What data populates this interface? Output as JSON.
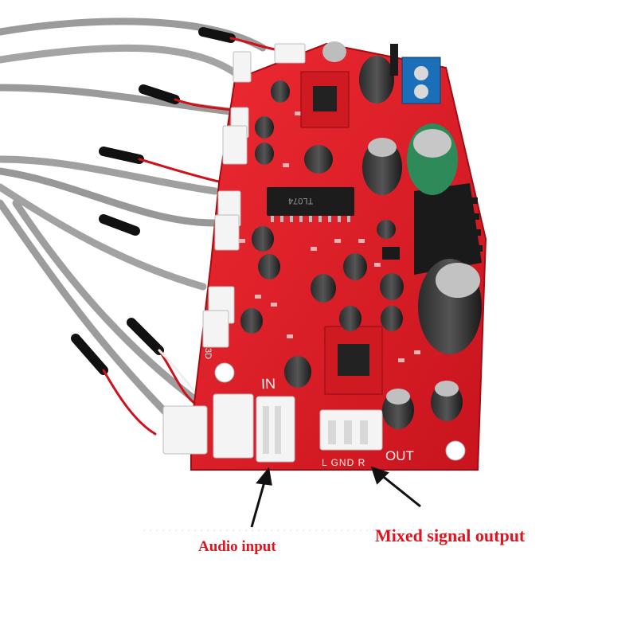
{
  "colors": {
    "pcb": "#e3202a",
    "annotation": "#e0141e",
    "cable": "#9a9a9a",
    "arrow": "#111111"
  },
  "board": {
    "silkscreen_in": "IN",
    "silkscreen_out": "OUT",
    "silkscreen_out_pins": "L GND R",
    "silkscreen_3d": "3D"
  },
  "annotations": {
    "audio_input": "Audio input",
    "mixed_output": "Mixed signal output"
  },
  "chip_marking": "TL074"
}
